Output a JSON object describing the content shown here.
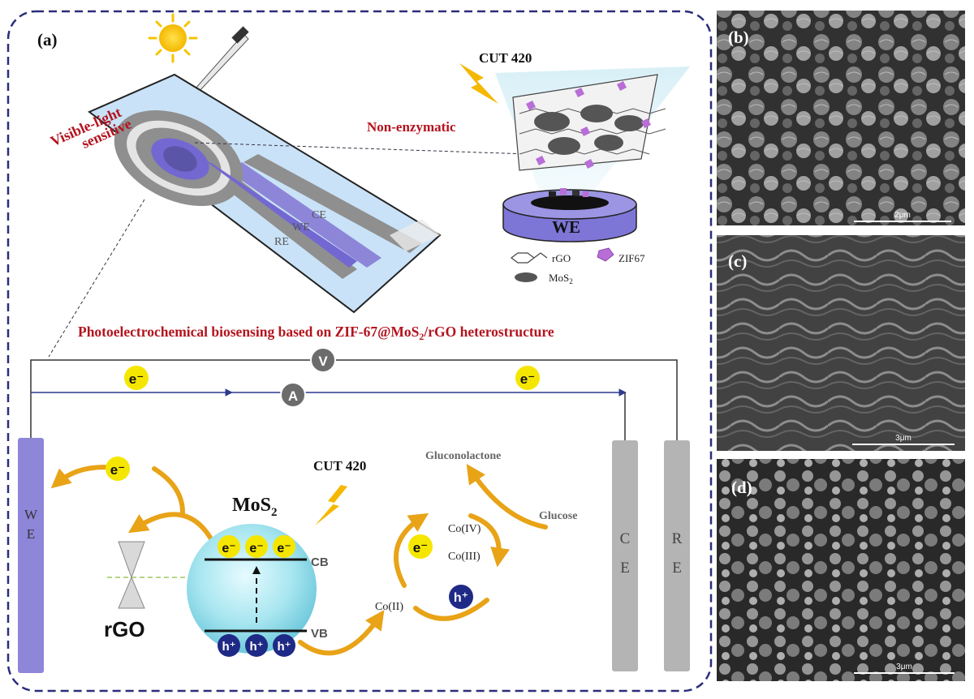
{
  "panel_a": {
    "label": "(a)",
    "title_pre": "Photoelectrochemical biosensing based on ZIF-67@MoS",
    "title_sub": "2",
    "title_post": "/rGO heterostructure",
    "electrode_note_line1": "Visible-light",
    "electrode_note_line2": "sensitive",
    "electrode_labels": {
      "ce": "CE",
      "we": "WE",
      "re": "RE"
    },
    "cut_top": "CUT 420",
    "non_enzymatic": "Non-enzymatic",
    "we_disk": "WE",
    "legend": {
      "rgo": "rGO",
      "zif": "ZIF67",
      "mos2": "MoS",
      "mos2_sub": "2"
    },
    "circuit": {
      "voltmeter": "V",
      "ammeter": "A",
      "electron": "e⁻",
      "we_bar": [
        "W",
        "E"
      ],
      "ce_bar": [
        "C",
        "E"
      ],
      "re_bar": [
        "R",
        "E"
      ]
    },
    "mechanism": {
      "cut": "CUT 420",
      "mos2": "MoS",
      "mos2_sub": "2",
      "cb": "CB",
      "vb": "VB",
      "rgo": "rGO",
      "electron": "e⁻",
      "hole": "h⁺",
      "gluconolactone": "Gluconolactone",
      "glucose": "Glucose",
      "co_iv": "Co(IV)",
      "co_iii": "Co(III)",
      "co_ii": "Co(II)"
    }
  },
  "panel_b": {
    "label": "(b)",
    "scale": "2μm"
  },
  "panel_c": {
    "label": "(c)",
    "scale": "3μm"
  },
  "panel_d": {
    "label": "(d)",
    "scale": "3μm"
  },
  "colors": {
    "frame": "#2b2d7a",
    "title_red": "#b3141e",
    "wire_blue": "#2d3a8c",
    "electron_yellow": "#f5e600",
    "hole_navy": "#1f2a86",
    "arrow_orange": "#e8a317",
    "we_purple": "#8e86d8",
    "gray_bar": "#b4b4b4"
  }
}
